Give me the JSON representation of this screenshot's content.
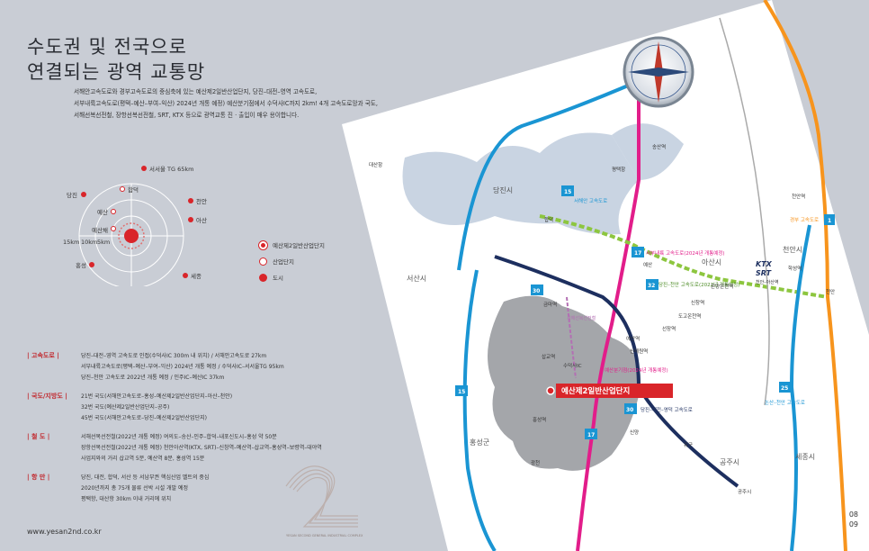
{
  "title": {
    "line1": "수도권 및 전국으로",
    "line2": "연결되는 광역 교통망"
  },
  "intro": {
    "line1": "서해안고속도로와 경부고속도로의 중심축에 있는 예산제2일반산업단지, 당진–대전–영역 고속도로,",
    "line2": "서부내륙고속도로(평택–예산–부여–익산) 2024년 개통 예정) 예산분기점에서 수덕사IC까지 2km! 4개 고속도로망과 국도,",
    "line3": "서해선복선전철, 장항선복선전철, SRT, KTX 등으로 광역교통 진 · 출입이 매우 용이합니다."
  },
  "radar": {
    "ring_labels": [
      "15km",
      "10km",
      "5km"
    ],
    "places": {
      "seosan": "서서울 TG 65km",
      "hapdeok": "합덕",
      "dangjin": "당진",
      "cheonan": "천안",
      "yesan": "예산",
      "asan": "아산",
      "yesanchae": "예산채",
      "hongseong": "홍성",
      "sejong": "세종"
    }
  },
  "radar_legend": {
    "item1": "예산제2일반산업단지",
    "item2": "산업단지",
    "item3": "도시"
  },
  "info": [
    {
      "category": "고속도로",
      "lines": [
        "당진–대전–영역 고속도로 인접(수덕사IC 300m 내 위치) / 서해안고속도로 27km",
        "서부내륙고속도로(평택–예산–부여–익산) 2024년 개통 예정 / 수덕사IC–서서울TG 95km",
        "당진–천안 고속도로 2022년 개통 예정 / 인주IC–예산IC 37km"
      ]
    },
    {
      "category": "국도/지방도",
      "lines": [
        "21번 국도(서해안고속도로–홍성–예산제2일반산업단지–아산–천안)",
        "32번 국도(예산제2일반산업단지–공주)",
        "45번 국도(서해안고속도로–당진–예산제2일반산업단지)"
      ]
    },
    {
      "category": "철 도",
      "lines": [
        "서해선복선전철(2022년 개통 예정) 여의도–송산–인주–합덕–내포신도시–홍성 약 50분",
        "장항선복선전철(2022년 개통 예정) 천안아산역(KTX, SRT)–신창역–예산역–삽교역–홍성역–보령역–대야역",
        "사업지와의 거리 삽교역 5분, 예산역 8분, 홍성역 15분"
      ]
    },
    {
      "category": "항 만",
      "lines": [
        "당진, 대전, 합덕, 서산 등 서남부권 핵심산업 벨트의 중심",
        "2020년까지 총 75개 물류 선박 시설 개발 예정",
        "평택항, 대산항 30km 이내 거리에 위치"
      ]
    }
  ],
  "deco_text": "YESAN SECOND GENERAL INDUSTRIAL COMPLEX",
  "website": "www.yesan2nd.co.kr",
  "page_numbers": {
    "top": "08",
    "bottom": "09"
  },
  "map": {
    "site_label": "예산제2일반산업단지",
    "cities": {
      "dangjin": "당진시",
      "seosan": "서산시",
      "asan": "아산시",
      "cheonan": "천안시",
      "hongseong": "홍성군",
      "gongju": "공주시",
      "sejong": "세종시"
    },
    "roads": {
      "seohaean": "서해안 고속도로",
      "gyeongbu": "경부 고속도로",
      "seobunaeryuk": "서부내륙 고속도로(2024년 개통예정)",
      "dangjin_cheonan": "당진–천안 고속도로(2022년 개통예정)",
      "dangjin_daejeon": "당진–대전–영덕 고속도로",
      "nonsan_cheonan": "논산–천안 고속도로",
      "seohae_rail": "서해선복선전철",
      "yesan_ic": "예산분기점(2024년 개통예정)"
    },
    "ktx": "KTX",
    "srt": "SRT",
    "ktx_station": "천안–아산역",
    "stations": {
      "songsan": "송산역",
      "hapdeok": "합덕",
      "yesan": "예산",
      "hongseong": "홍성역",
      "sinyang": "신양",
      "yugu": "유구",
      "sinchang": "신창역",
      "dogo": "도고온천역",
      "seonjang": "선장역",
      "onyang": "온양온천역",
      "geumma": "금마역",
      "sapgyo": "삽교역",
      "gwangcheon": "광천",
      "yesan_st": "예산역",
      "cheonan": "천안",
      "hakseong": "학성역",
      "gongju_st": "공주시",
      "cheonan_st": "천안역",
      "janghang": "신례원역",
      "deoksan": "수덕사IC"
    },
    "route_numbers": {
      "r15a": "15",
      "r15b": "15",
      "r17a": "17",
      "r17b": "17",
      "r1": "1",
      "r25": "25",
      "r30a": "30",
      "r30b": "30",
      "r32": "32"
    },
    "ports": {
      "daesan": "대산항",
      "pyeongtaek": "평택항"
    }
  }
}
